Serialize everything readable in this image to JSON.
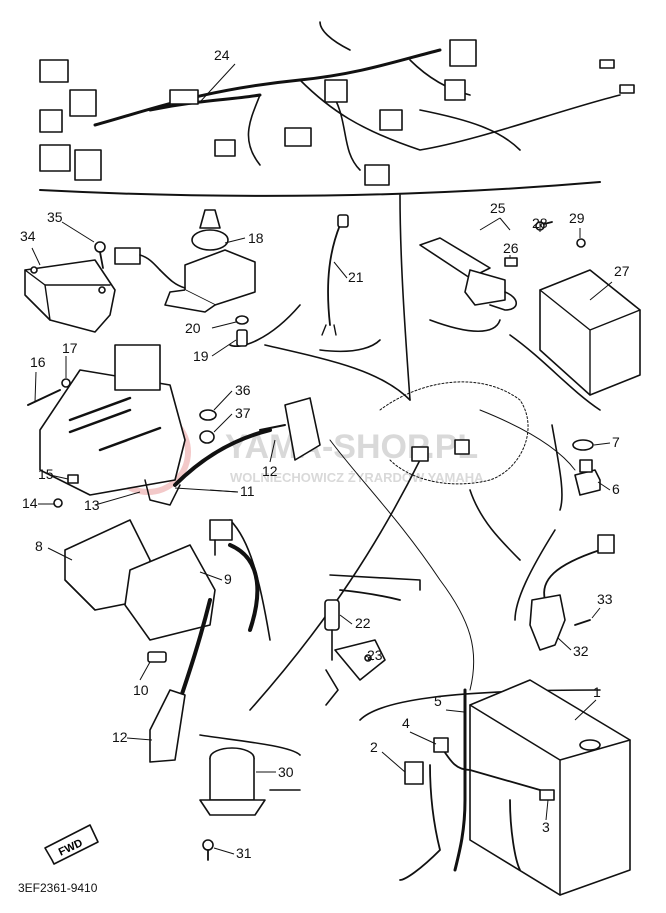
{
  "diagram": {
    "code": "3EF2361-9410",
    "fwd_label": "FWD",
    "watermark": {
      "main": "YAMA-SHOP.PL",
      "sub": "WOLNIECHOWICZ ŻYRARDÓW YAMAHA"
    },
    "callouts": [
      {
        "id": "c1",
        "label": "1"
      },
      {
        "id": "c2",
        "label": "2"
      },
      {
        "id": "c3",
        "label": "3"
      },
      {
        "id": "c4",
        "label": "4"
      },
      {
        "id": "c5",
        "label": "5"
      },
      {
        "id": "c6",
        "label": "6"
      },
      {
        "id": "c7",
        "label": "7"
      },
      {
        "id": "c8",
        "label": "8"
      },
      {
        "id": "c9",
        "label": "9"
      },
      {
        "id": "c10",
        "label": "10"
      },
      {
        "id": "c11",
        "label": "11"
      },
      {
        "id": "c12a",
        "label": "12"
      },
      {
        "id": "c12b",
        "label": "12"
      },
      {
        "id": "c13",
        "label": "13"
      },
      {
        "id": "c14",
        "label": "14"
      },
      {
        "id": "c15",
        "label": "15"
      },
      {
        "id": "c16",
        "label": "16"
      },
      {
        "id": "c17",
        "label": "17"
      },
      {
        "id": "c18",
        "label": "18"
      },
      {
        "id": "c19",
        "label": "19"
      },
      {
        "id": "c20",
        "label": "20"
      },
      {
        "id": "c21",
        "label": "21"
      },
      {
        "id": "c22",
        "label": "22"
      },
      {
        "id": "c23",
        "label": "23"
      },
      {
        "id": "c24",
        "label": "24"
      },
      {
        "id": "c25",
        "label": "25"
      },
      {
        "id": "c26",
        "label": "26"
      },
      {
        "id": "c27",
        "label": "27"
      },
      {
        "id": "c28",
        "label": "28"
      },
      {
        "id": "c29",
        "label": "29"
      },
      {
        "id": "c30",
        "label": "30"
      },
      {
        "id": "c31",
        "label": "31"
      },
      {
        "id": "c32",
        "label": "32"
      },
      {
        "id": "c33",
        "label": "33"
      },
      {
        "id": "c34",
        "label": "34"
      },
      {
        "id": "c35",
        "label": "35"
      },
      {
        "id": "c36",
        "label": "36"
      },
      {
        "id": "c37",
        "label": "37"
      }
    ]
  }
}
